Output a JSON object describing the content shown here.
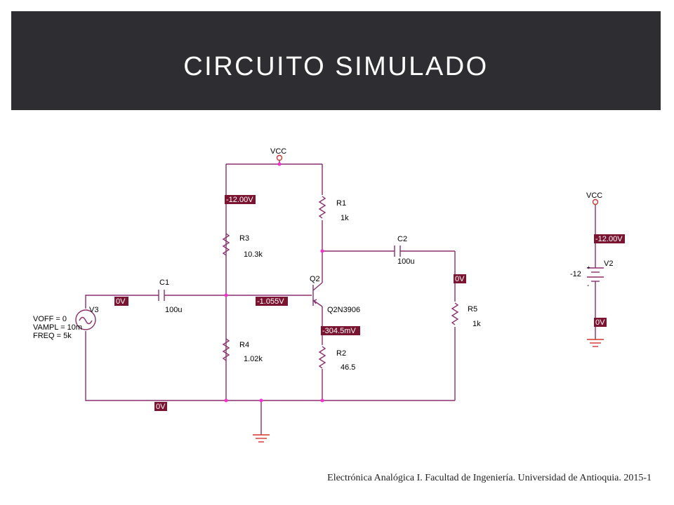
{
  "title": "CIRCUITO SIMULADO",
  "footer": "Electrónica Analógica I.  Facultad de Ingeniería.  Universidad de Antioquia.  2015-1",
  "colors": {
    "title_bar": "#2e2d32",
    "wire": "#8a2f6e",
    "voltage_tag": "#7a1431",
    "ground": "#d2362f",
    "node": "#ff2bd6"
  },
  "components": {
    "vcc1": "VCC",
    "vcc2": "VCC",
    "r1": {
      "name": "R1",
      "value": "1k"
    },
    "r2": {
      "name": "R2",
      "value": "46.5"
    },
    "r3": {
      "name": "R3",
      "value": "10.3k"
    },
    "r4": {
      "name": "R4",
      "value": "1.02k"
    },
    "r5": {
      "name": "R5",
      "value": "1k"
    },
    "c1": {
      "name": "C1",
      "value": "100u"
    },
    "c2": {
      "name": "C2",
      "value": "100u"
    },
    "q2": {
      "name": "Q2",
      "model": "Q2N3906"
    },
    "v3": {
      "name": "V3",
      "voff": "VOFF = 0",
      "vampl": "VAMPL = 10m",
      "freq": "FREQ = 5k"
    },
    "v2": {
      "name": "V2",
      "value": "-12",
      "plus": "+",
      "minus": "-"
    }
  },
  "voltages": {
    "vcc_node": "-12.00V",
    "input_node": "0V",
    "base_node": "-1.055V",
    "emitter_node": "-304.5mV",
    "load_node": "0V",
    "ground_node": "0V",
    "v2_top": "-12.00V",
    "v2_bottom": "0V"
  }
}
